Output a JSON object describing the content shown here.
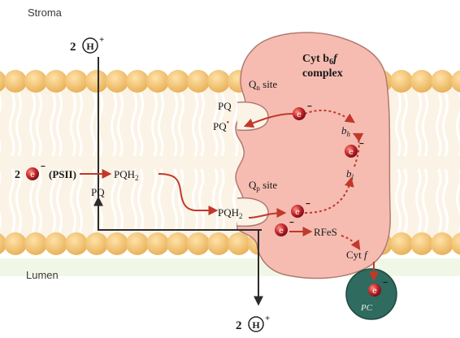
{
  "regions": {
    "stroma": "Stroma",
    "lumen": "Lumen"
  },
  "complex": {
    "name": "Cyt b",
    "sub": "6",
    "name_suffix": "f",
    "line2": "complex"
  },
  "sites": {
    "qn": "Q",
    "qn_sub": "n",
    "qn_suffix": " site",
    "qp": "Q",
    "qp_sub": "p",
    "qp_suffix": " site"
  },
  "molecules": {
    "pq_top": "PQ",
    "pq_dot": "PQ",
    "pq_dot_sup": "•",
    "pqh2_left": "PQH",
    "pqh2_left_sub": "2",
    "pq_left": "PQ",
    "pqh2_qp": "PQH",
    "pqh2_qp_sub": "2",
    "bh": "b",
    "bh_sub": "h",
    "bl": "b",
    "bl_sub": "l",
    "rfes": "RFeS",
    "cytf": "Cyt ",
    "cytf_f": "f",
    "pc": "PC"
  },
  "protons": {
    "top_count": "2",
    "bottom_count": "2",
    "symbol": "H",
    "charge": "+"
  },
  "electrons": {
    "symbol": "e",
    "charge": "−",
    "psii_count": "2",
    "psii_label": "(PSII)"
  },
  "colors": {
    "membrane_head": "#f0c27a",
    "membrane_tail": "#fbf3e6",
    "complex_fill": "#f6bcb1",
    "complex_stroke": "#b07a70",
    "electron": "#c1272d",
    "arrow": "#c0392b",
    "pc_fill": "#2f6b5f",
    "proton_circle": "#ffffff"
  }
}
